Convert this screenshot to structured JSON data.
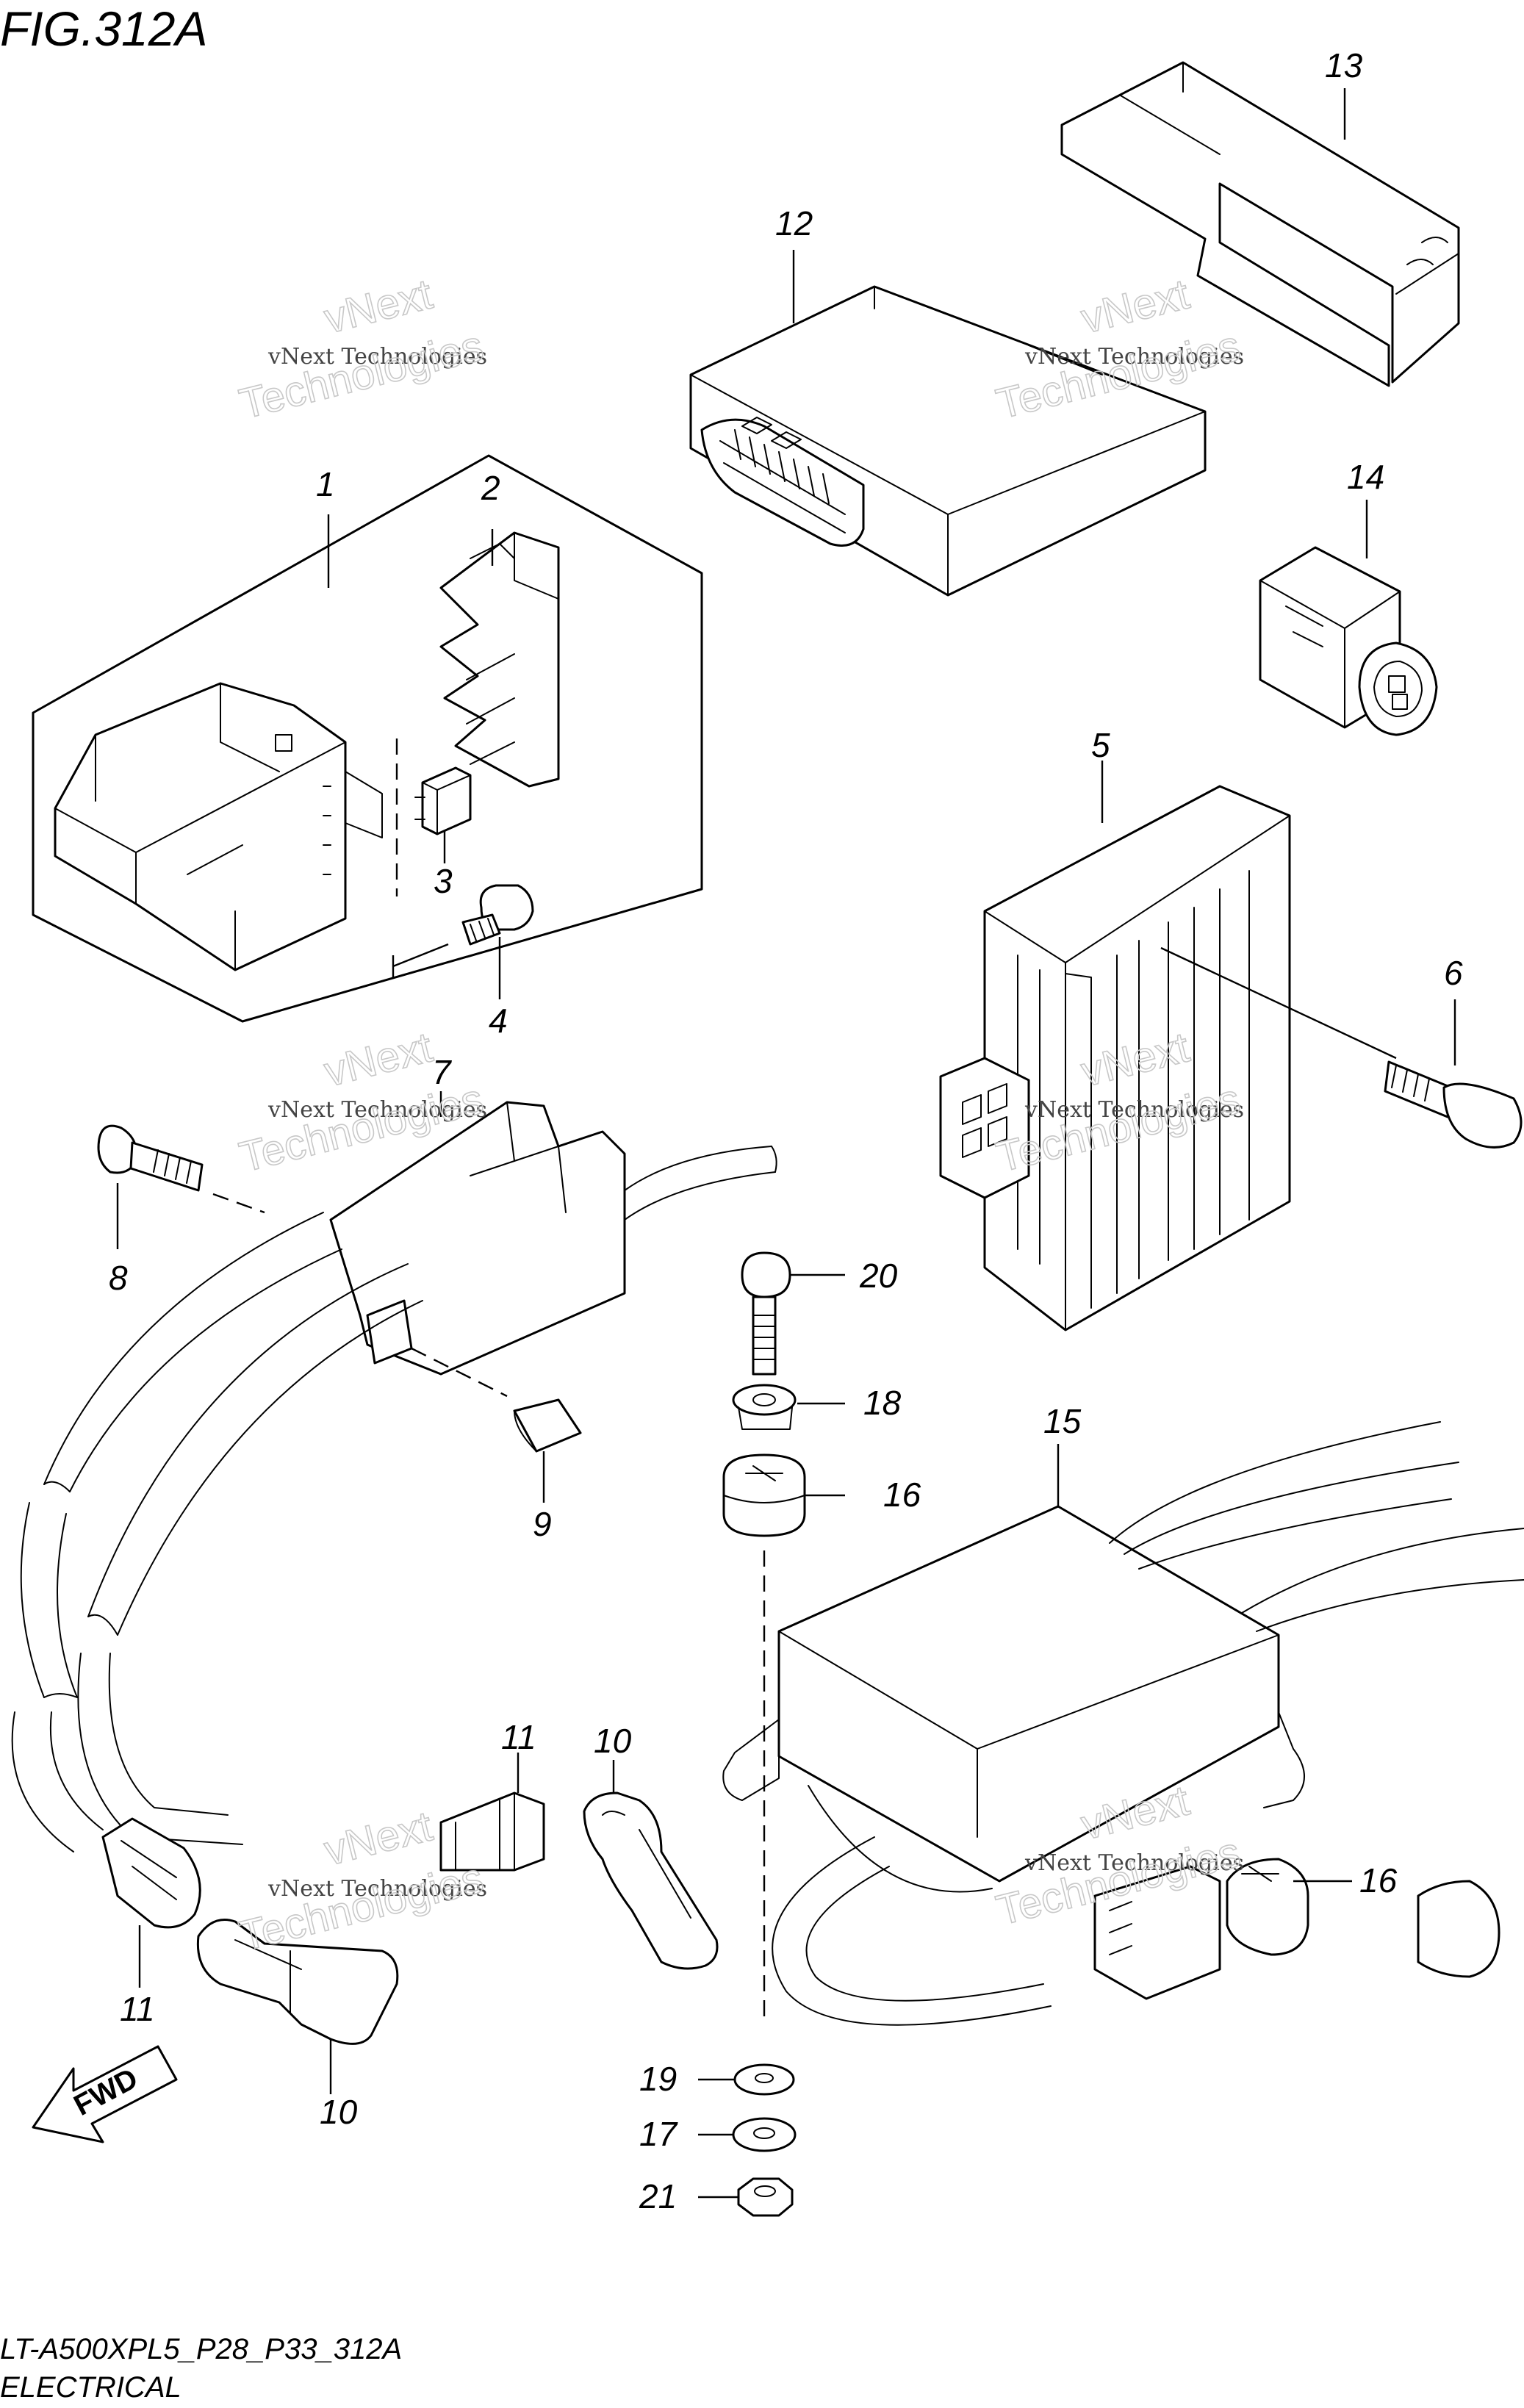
{
  "figure": {
    "title": "FIG.312A"
  },
  "footer": {
    "model_code": "LT-A500XPL5_P28_P33_312A",
    "section": "ELECTRICAL"
  },
  "direction_arrow": {
    "label": "FWD"
  },
  "watermarks": [
    {
      "line1": "vNext Technologies",
      "line2": "vNext",
      "line3": "Technologies"
    },
    {
      "line1": "vNext Technologies",
      "line2": "vNext",
      "line3": "Technologies"
    },
    {
      "line1": "vNext Technologies",
      "line2": "vNext",
      "line3": "Technologies"
    },
    {
      "line1": "vNext Technologies",
      "line2": "vNext",
      "line3": "Technologies"
    },
    {
      "line1": "vNext Technologies",
      "line2": "vNext",
      "line3": "Technologies"
    },
    {
      "line1": "vNext Technologies",
      "line2": "vNext",
      "line3": "Technologies"
    }
  ],
  "callouts": {
    "c1": "1",
    "c2": "2",
    "c3": "3",
    "c4": "4",
    "c5": "5",
    "c6": "6",
    "c7": "7",
    "c8": "8",
    "c9": "9",
    "c10a": "10",
    "c10b": "10",
    "c11a": "11",
    "c11b": "11",
    "c12": "12",
    "c13": "13",
    "c14": "14",
    "c15": "15",
    "c16a": "16",
    "c16b": "16",
    "c17": "17",
    "c18": "18",
    "c19": "19",
    "c20": "20",
    "c21": "21"
  }
}
